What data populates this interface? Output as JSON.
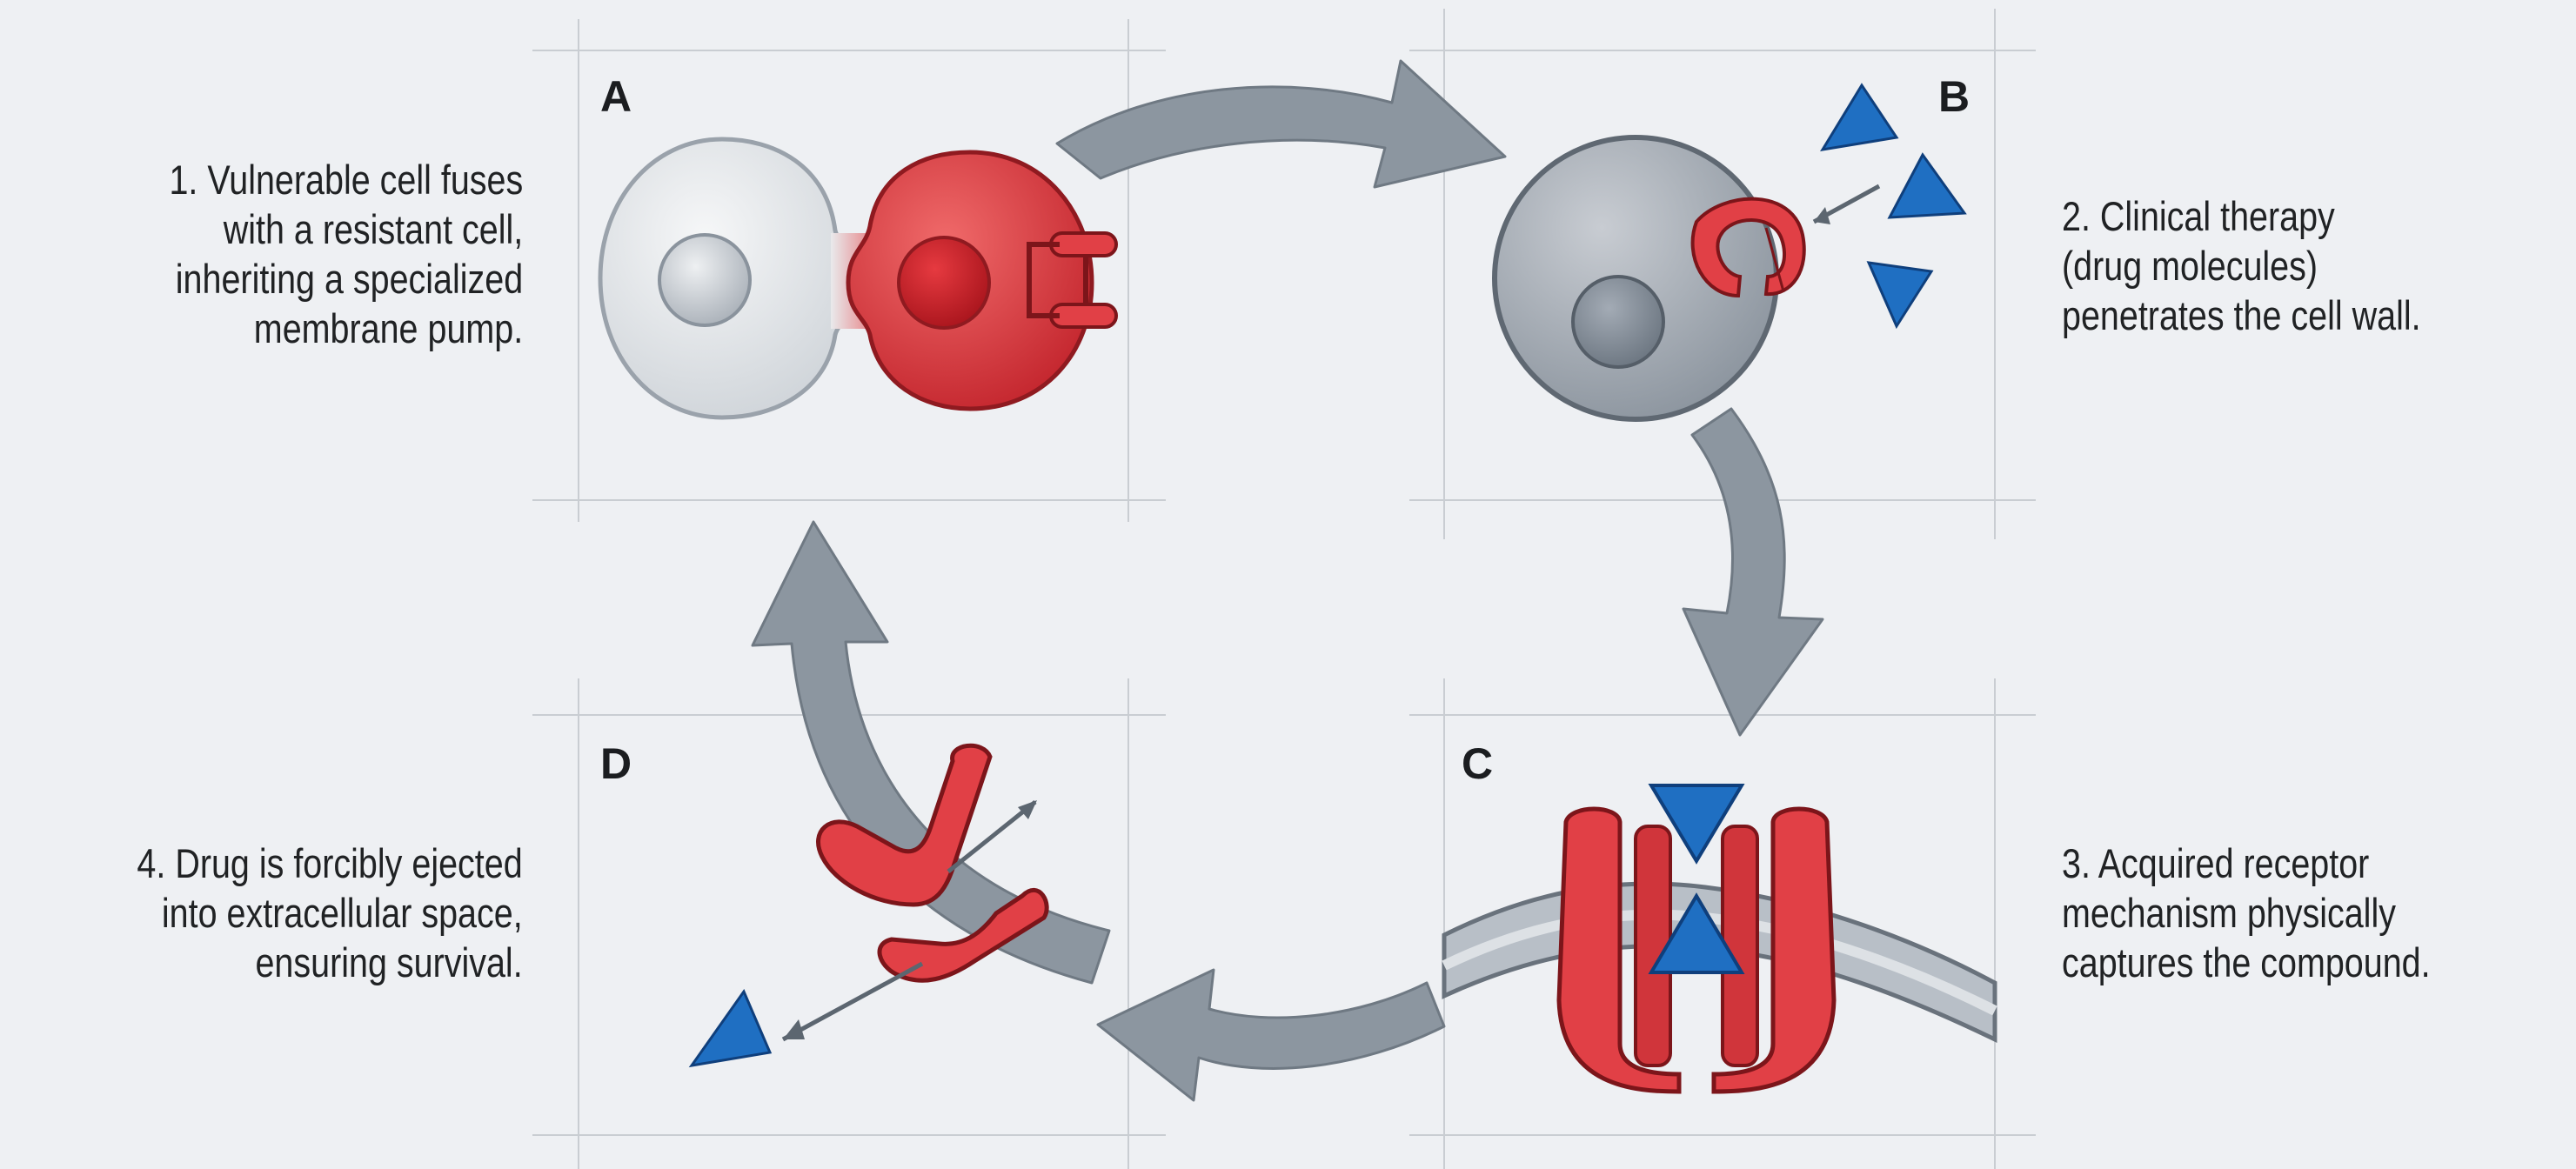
{
  "panels": {
    "a": {
      "label": "A"
    },
    "b": {
      "label": "B"
    },
    "c": {
      "label": "C"
    },
    "d": {
      "label": "D"
    }
  },
  "captions": {
    "step1": [
      "1. Vulnerable cell fuses",
      "with a resistant cell,",
      "inheriting a specialized",
      "membrane pump."
    ],
    "step2": [
      "2. Clinical therapy",
      "(drug molecules)",
      "penetrates the cell wall."
    ],
    "step3": [
      "3. Acquired receptor",
      "mechanism physically",
      "captures the compound."
    ],
    "step4": [
      "4. Drug is forcibly ejected",
      "into extracellular space,",
      "ensuring survival."
    ]
  },
  "colors": {
    "background": "#eef0f3",
    "arrow": "#8c96a0",
    "resistant_red": "#d6363c",
    "drug_blue": "#1f6fc2",
    "vulnerable_cell": "#c9ced4"
  }
}
